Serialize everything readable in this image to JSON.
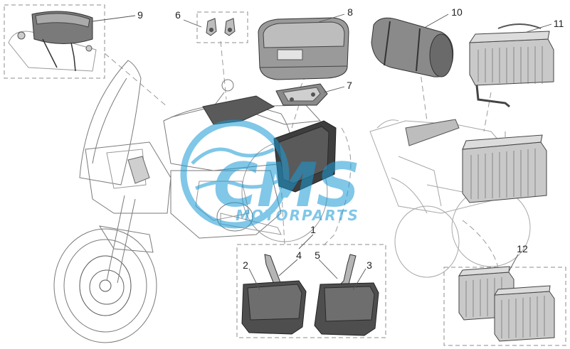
{
  "callouts": [
    {
      "id": "1",
      "label": "1"
    },
    {
      "id": "2",
      "label": "2"
    },
    {
      "id": "3",
      "label": "3"
    },
    {
      "id": "4",
      "label": "4"
    },
    {
      "id": "5",
      "label": "5"
    },
    {
      "id": "6",
      "label": "6"
    },
    {
      "id": "7",
      "label": "7"
    },
    {
      "id": "8",
      "label": "8"
    },
    {
      "id": "9",
      "label": "9"
    },
    {
      "id": "10",
      "label": "10"
    },
    {
      "id": "11",
      "label": "11"
    },
    {
      "id": "12",
      "label": "12"
    }
  ],
  "watermark": {
    "brand": "CMS",
    "tagline": "MOTORPARTS",
    "color": "#1a9ad6"
  },
  "colors": {
    "line": "#6e6e6e",
    "light_line": "#a8a8a8",
    "dark_part": "#3e3e3e",
    "mid_part": "#8a8a8a",
    "light_part": "#c9c9c9",
    "dashed": "#8c8c8c"
  }
}
